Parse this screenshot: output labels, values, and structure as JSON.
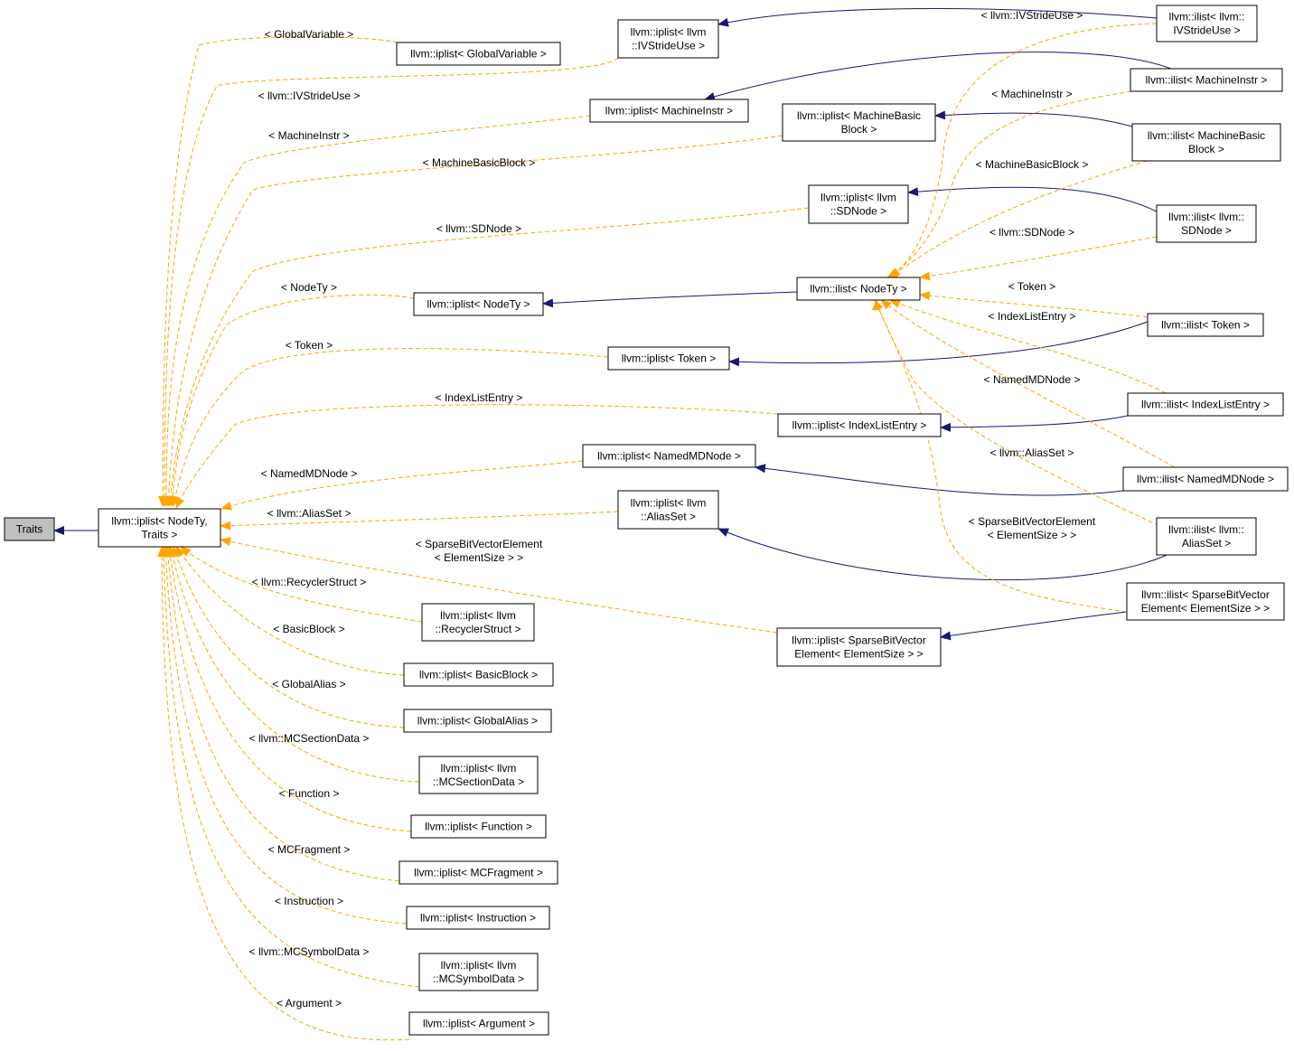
{
  "colors": {
    "inherit": "#191970",
    "template": "#ffa500",
    "root_fill": "#bfbfbf"
  },
  "nodes": [
    {
      "id": "traits",
      "lines": [
        "Traits"
      ]
    },
    {
      "id": "iplist_nodety_traits",
      "lines": [
        "llvm::iplist< NodeTy,",
        "Traits >"
      ]
    },
    {
      "id": "iplist_globalvariable",
      "lines": [
        "llvm::iplist< GlobalVariable >"
      ]
    },
    {
      "id": "iplist_ivstrideuse",
      "lines": [
        "llvm::iplist< llvm",
        "::IVStrideUse >"
      ]
    },
    {
      "id": "iplist_machineinstr",
      "lines": [
        "llvm::iplist< MachineInstr >"
      ]
    },
    {
      "id": "iplist_machinebasicblock",
      "lines": [
        "llvm::iplist< MachineBasic",
        "Block >"
      ]
    },
    {
      "id": "iplist_sdnode",
      "lines": [
        "llvm::iplist< llvm",
        "::SDNode >"
      ]
    },
    {
      "id": "iplist_nodety",
      "lines": [
        "llvm::iplist< NodeTy >"
      ]
    },
    {
      "id": "ilist_nodety",
      "lines": [
        "llvm::ilist< NodeTy >"
      ]
    },
    {
      "id": "iplist_token",
      "lines": [
        "llvm::iplist< Token >"
      ]
    },
    {
      "id": "iplist_indexlistentry",
      "lines": [
        "llvm::iplist< IndexListEntry >"
      ]
    },
    {
      "id": "iplist_namedmdnode",
      "lines": [
        "llvm::iplist< NamedMDNode >"
      ]
    },
    {
      "id": "iplist_aliasset",
      "lines": [
        "llvm::iplist< llvm",
        "::AliasSet >"
      ]
    },
    {
      "id": "iplist_sparsebitvector",
      "lines": [
        "llvm::iplist< SparseBitVector",
        "Element< ElementSize > >"
      ]
    },
    {
      "id": "iplist_recyclerstruct",
      "lines": [
        "llvm::iplist< llvm",
        "::RecyclerStruct >"
      ]
    },
    {
      "id": "iplist_basicblock",
      "lines": [
        "llvm::iplist< BasicBlock >"
      ]
    },
    {
      "id": "iplist_globalalias",
      "lines": [
        "llvm::iplist< GlobalAlias >"
      ]
    },
    {
      "id": "iplist_mcsectiondata",
      "lines": [
        "llvm::iplist< llvm",
        "::MCSectionData >"
      ]
    },
    {
      "id": "iplist_function",
      "lines": [
        "llvm::iplist< Function >"
      ]
    },
    {
      "id": "iplist_mcfragment",
      "lines": [
        "llvm::iplist< MCFragment >"
      ]
    },
    {
      "id": "iplist_instruction",
      "lines": [
        "llvm::iplist< Instruction >"
      ]
    },
    {
      "id": "iplist_mcsymboldata",
      "lines": [
        "llvm::iplist< llvm",
        "::MCSymbolData >"
      ]
    },
    {
      "id": "iplist_argument",
      "lines": [
        "llvm::iplist< Argument >"
      ]
    },
    {
      "id": "ilist_ivstrideuse",
      "lines": [
        "llvm::ilist< llvm::",
        "IVStrideUse >"
      ]
    },
    {
      "id": "ilist_machineinstr",
      "lines": [
        "llvm::ilist< MachineInstr >"
      ]
    },
    {
      "id": "ilist_machinebasicblock",
      "lines": [
        "llvm::ilist< MachineBasic",
        "Block >"
      ]
    },
    {
      "id": "ilist_sdnode",
      "lines": [
        "llvm::ilist< llvm::",
        "SDNode >"
      ]
    },
    {
      "id": "ilist_token",
      "lines": [
        "llvm::ilist< Token >"
      ]
    },
    {
      "id": "ilist_indexlistentry",
      "lines": [
        "llvm::ilist< IndexListEntry >"
      ]
    },
    {
      "id": "ilist_namedmdnode",
      "lines": [
        "llvm::ilist< NamedMDNode >"
      ]
    },
    {
      "id": "ilist_aliasset",
      "lines": [
        "llvm::ilist< llvm::",
        "AliasSet >"
      ]
    },
    {
      "id": "ilist_sparsebitvector",
      "lines": [
        "llvm::ilist< SparseBitVector",
        "Element< ElementSize > >"
      ]
    }
  ],
  "edges": [
    {
      "from": "iplist_nodety_traits",
      "to": "traits",
      "kind": "inherit"
    },
    {
      "from": "iplist_globalvariable",
      "to": "iplist_nodety_traits",
      "kind": "template",
      "label": [
        "< GlobalVariable >"
      ]
    },
    {
      "from": "iplist_ivstrideuse",
      "to": "iplist_nodety_traits",
      "kind": "template",
      "label": [
        "< llvm::IVStrideUse >"
      ]
    },
    {
      "from": "iplist_machineinstr",
      "to": "iplist_nodety_traits",
      "kind": "template",
      "label": [
        "< MachineInstr >"
      ]
    },
    {
      "from": "iplist_machinebasicblock",
      "to": "iplist_nodety_traits",
      "kind": "template",
      "label": [
        "< MachineBasicBlock >"
      ]
    },
    {
      "from": "iplist_sdnode",
      "to": "iplist_nodety_traits",
      "kind": "template",
      "label": [
        "< llvm::SDNode >"
      ]
    },
    {
      "from": "iplist_nodety",
      "to": "iplist_nodety_traits",
      "kind": "template",
      "label": [
        "< NodeTy >"
      ]
    },
    {
      "from": "iplist_token",
      "to": "iplist_nodety_traits",
      "kind": "template",
      "label": [
        "< Token >"
      ]
    },
    {
      "from": "iplist_indexlistentry",
      "to": "iplist_nodety_traits",
      "kind": "template",
      "label": [
        "< IndexListEntry >"
      ]
    },
    {
      "from": "iplist_namedmdnode",
      "to": "iplist_nodety_traits",
      "kind": "template",
      "label": [
        "< NamedMDNode >"
      ]
    },
    {
      "from": "iplist_aliasset",
      "to": "iplist_nodety_traits",
      "kind": "template",
      "label": [
        "< llvm::AliasSet >"
      ]
    },
    {
      "from": "iplist_sparsebitvector",
      "to": "iplist_nodety_traits",
      "kind": "template",
      "label": [
        "< SparseBitVectorElement",
        "< ElementSize > >"
      ]
    },
    {
      "from": "iplist_recyclerstruct",
      "to": "iplist_nodety_traits",
      "kind": "template",
      "label": [
        "< llvm::RecyclerStruct >"
      ]
    },
    {
      "from": "iplist_basicblock",
      "to": "iplist_nodety_traits",
      "kind": "template",
      "label": [
        "< BasicBlock >"
      ]
    },
    {
      "from": "iplist_globalalias",
      "to": "iplist_nodety_traits",
      "kind": "template",
      "label": [
        "< GlobalAlias >"
      ]
    },
    {
      "from": "iplist_mcsectiondata",
      "to": "iplist_nodety_traits",
      "kind": "template",
      "label": [
        "< llvm::MCSectionData >"
      ]
    },
    {
      "from": "iplist_function",
      "to": "iplist_nodety_traits",
      "kind": "template",
      "label": [
        "< Function >"
      ]
    },
    {
      "from": "iplist_mcfragment",
      "to": "iplist_nodety_traits",
      "kind": "template",
      "label": [
        "< MCFragment >"
      ]
    },
    {
      "from": "iplist_instruction",
      "to": "iplist_nodety_traits",
      "kind": "template",
      "label": [
        "< Instruction >"
      ]
    },
    {
      "from": "iplist_mcsymboldata",
      "to": "iplist_nodety_traits",
      "kind": "template",
      "label": [
        "< llvm::MCSymbolData >"
      ]
    },
    {
      "from": "iplist_argument",
      "to": "iplist_nodety_traits",
      "kind": "template",
      "label": [
        "< Argument >"
      ]
    },
    {
      "from": "ilist_nodety",
      "to": "iplist_nodety",
      "kind": "inherit"
    },
    {
      "from": "ilist_ivstrideuse",
      "to": "iplist_ivstrideuse",
      "kind": "inherit"
    },
    {
      "from": "ilist_machineinstr",
      "to": "iplist_machineinstr",
      "kind": "inherit"
    },
    {
      "from": "ilist_machinebasicblock",
      "to": "iplist_machinebasicblock",
      "kind": "inherit"
    },
    {
      "from": "ilist_sdnode",
      "to": "iplist_sdnode",
      "kind": "inherit"
    },
    {
      "from": "ilist_token",
      "to": "iplist_token",
      "kind": "inherit"
    },
    {
      "from": "ilist_indexlistentry",
      "to": "iplist_indexlistentry",
      "kind": "inherit"
    },
    {
      "from": "ilist_namedmdnode",
      "to": "iplist_namedmdnode",
      "kind": "inherit"
    },
    {
      "from": "ilist_aliasset",
      "to": "iplist_aliasset",
      "kind": "inherit"
    },
    {
      "from": "ilist_sparsebitvector",
      "to": "iplist_sparsebitvector",
      "kind": "inherit"
    },
    {
      "from": "ilist_ivstrideuse",
      "to": "ilist_nodety",
      "kind": "template",
      "label": [
        "< llvm::IVStrideUse >"
      ]
    },
    {
      "from": "ilist_machineinstr",
      "to": "ilist_nodety",
      "kind": "template",
      "label": [
        "< MachineInstr >"
      ]
    },
    {
      "from": "ilist_machinebasicblock",
      "to": "ilist_nodety",
      "kind": "template",
      "label": [
        "< MachineBasicBlock >"
      ]
    },
    {
      "from": "ilist_sdnode",
      "to": "ilist_nodety",
      "kind": "template",
      "label": [
        "< llvm::SDNode >"
      ]
    },
    {
      "from": "ilist_token",
      "to": "ilist_nodety",
      "kind": "template",
      "label": [
        "< Token >"
      ]
    },
    {
      "from": "ilist_indexlistentry",
      "to": "ilist_nodety",
      "kind": "template",
      "label": [
        "< IndexListEntry >"
      ]
    },
    {
      "from": "ilist_namedmdnode",
      "to": "ilist_nodety",
      "kind": "template",
      "label": [
        "< NamedMDNode >"
      ]
    },
    {
      "from": "ilist_aliasset",
      "to": "ilist_nodety",
      "kind": "template",
      "label": [
        "< llvm::AliasSet >"
      ]
    },
    {
      "from": "ilist_sparsebitvector",
      "to": "ilist_nodety",
      "kind": "template",
      "label": [
        "< SparseBitVectorElement",
        "< ElementSize > >"
      ]
    }
  ]
}
